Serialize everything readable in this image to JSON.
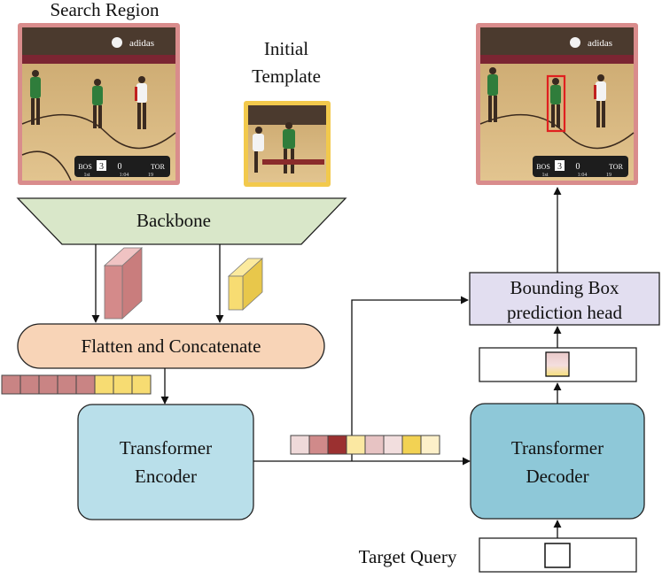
{
  "labels": {
    "search_region": "Search Region",
    "initial_template_line1": "Initial",
    "initial_template_line2": "Template",
    "backbone": "Backbone",
    "flatten": "Flatten and Concatenate",
    "encoder_line1": "Transformer",
    "encoder_line2": "Encoder",
    "decoder_line1": "Transformer",
    "decoder_line2": "Decoder",
    "bbox_line1": "Bounding Box",
    "bbox_line2": "prediction head",
    "target_query": "Target Query"
  },
  "frames": {
    "scoreboard_team_a": "BOS",
    "scoreboard_score_a": "3",
    "scoreboard_score_b": "0",
    "scoreboard_team_b": "TOR",
    "scoreboard_sub": "1st",
    "scoreboard_clock": "1:04",
    "scoreboard_shot": "19",
    "banner_text": "adidas"
  },
  "colors": {
    "search_border": "#d98c8c",
    "template_border": "#f2c94c",
    "backbone_fill": "#d9e7c9",
    "flatten_fill": "#f8d4b7",
    "encoder_fill": "#b9dfea",
    "decoder_fill": "#8ec8d8",
    "bbox_fill": "#e2def0",
    "search_feature": "#d48a8a",
    "template_feature": "#f7dc72",
    "court_floor": "#d7b67d",
    "jersey_green": "#2f7d3b",
    "jersey_white": "#f3f3f3",
    "box_red": "#e02020"
  },
  "token_strips": {
    "concat_tokens": [
      "#c98484",
      "#c98484",
      "#c98484",
      "#c98484",
      "#c98484",
      "#f7dc72",
      "#f7dc72",
      "#f7dc72"
    ],
    "encoder_out_tokens": [
      "#efd9d9",
      "#d08a8a",
      "#9b3030",
      "#fbe8a2",
      "#e7c3c3",
      "#f2dede",
      "#f2d253",
      "#fdf0c9"
    ]
  }
}
